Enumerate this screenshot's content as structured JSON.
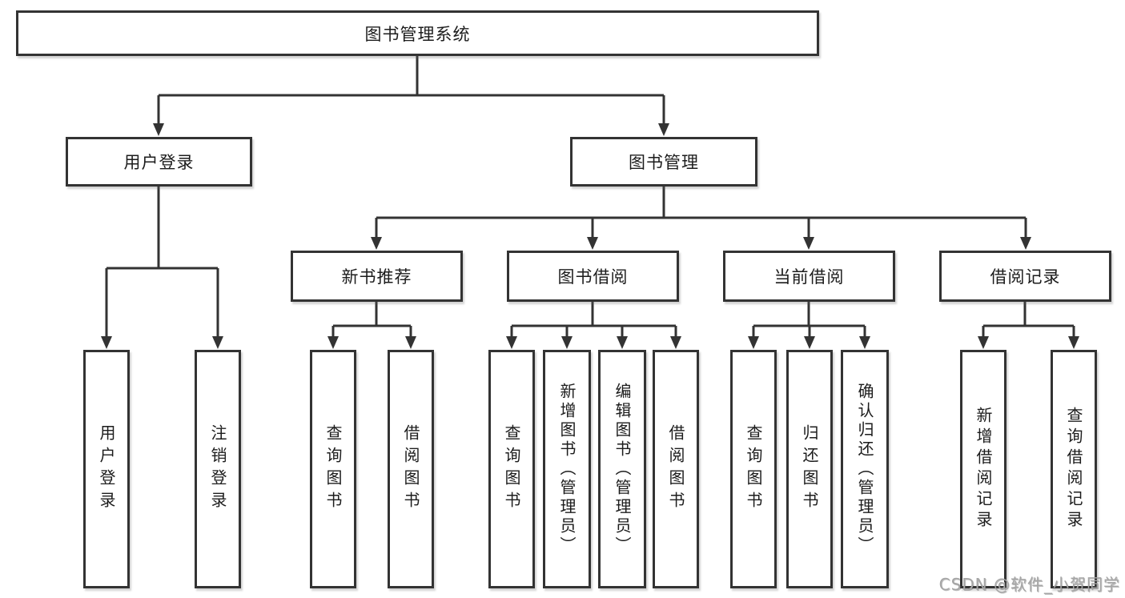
{
  "colors": {
    "line": "#333333",
    "box_border": "#333333",
    "text": "#1c1c1c",
    "watermark": "#a6a6a6"
  },
  "watermark": "CSDN @软件_小贺同学",
  "diagram": {
    "root": {
      "label": "图书管理系统"
    },
    "branches": [
      {
        "label": "用户登录",
        "leaves": [
          "用户登录",
          "注销登录"
        ]
      },
      {
        "label": "图书管理",
        "groups": [
          {
            "label": "新书推荐",
            "leaves": [
              "查询图书",
              "借阅图书"
            ]
          },
          {
            "label": "图书借阅",
            "leaves": [
              "查询图书",
              "新增图书（管理员）",
              "编辑图书（管理员）",
              "借阅图书"
            ]
          },
          {
            "label": "当前借阅",
            "leaves": [
              "查询图书",
              "归还图书",
              "确认归还（管理员）"
            ]
          },
          {
            "label": "借阅记录",
            "leaves": [
              "新增借阅记录",
              "查询借阅记录"
            ]
          }
        ]
      }
    ]
  }
}
